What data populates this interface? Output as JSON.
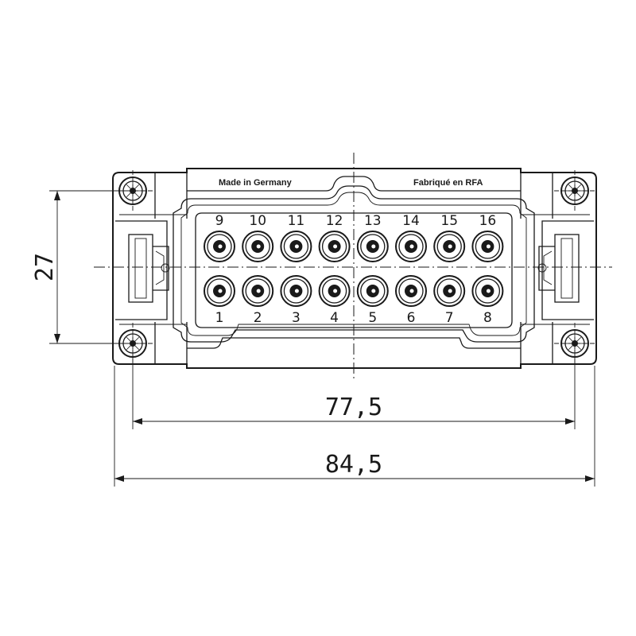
{
  "markings": {
    "left": "Made in Germany",
    "right": "Fabriqué en RFA"
  },
  "pins": {
    "top_row": [
      "9",
      "10",
      "11",
      "12",
      "13",
      "14",
      "15",
      "16"
    ],
    "bottom_row": [
      "1",
      "2",
      "3",
      "4",
      "5",
      "6",
      "7",
      "8"
    ]
  },
  "dimensions": {
    "height": "27",
    "inner_width": "77,5",
    "outer_width": "84,5"
  },
  "colors": {
    "line": "#1a1a1a",
    "background": "#ffffff"
  }
}
